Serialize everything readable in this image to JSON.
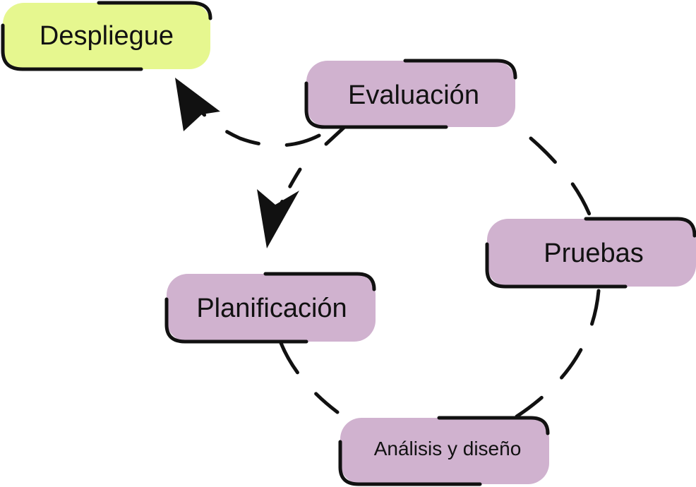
{
  "diagram": {
    "nodes": [
      {
        "id": "despliegue",
        "label": "Despliegue",
        "fill": "#e6f78f"
      },
      {
        "id": "evaluacion",
        "label": "Evaluación",
        "fill": "#d0b2cf"
      },
      {
        "id": "pruebas",
        "label": "Pruebas",
        "fill": "#d0b2cf"
      },
      {
        "id": "planificacion",
        "label": "Planificación",
        "fill": "#d0b2cf"
      },
      {
        "id": "analisis",
        "label": "Análisis y diseño",
        "fill": "#d0b2cf"
      }
    ],
    "edges": [
      {
        "from": "evaluacion",
        "to": "despliegue"
      },
      {
        "from": "evaluacion",
        "to": "planificacion"
      },
      {
        "from": "planificacion",
        "to": "analisis"
      },
      {
        "from": "analisis",
        "to": "pruebas"
      },
      {
        "from": "pruebas",
        "to": "evaluacion"
      }
    ],
    "colors": {
      "stroke": "#111111",
      "accent_node": "#e6f78f",
      "cycle_node": "#d0b2cf"
    }
  }
}
